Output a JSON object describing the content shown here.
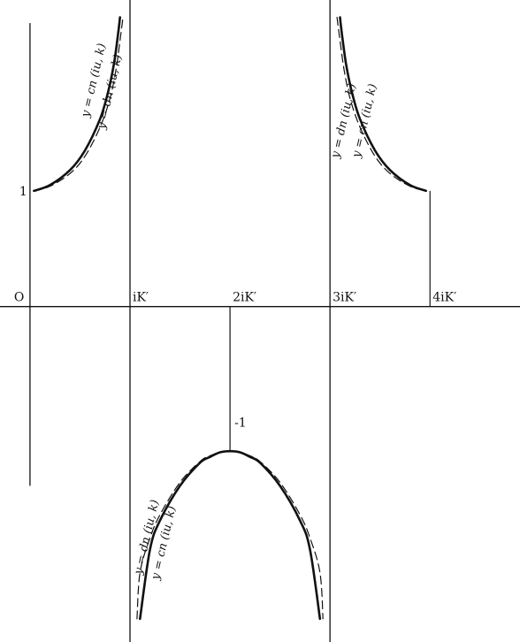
{
  "chart_data": {
    "type": "line",
    "title": "",
    "xlabel": "",
    "ylabel": "",
    "x_ticks": [
      {
        "value": 0,
        "label": "O"
      },
      {
        "value": 1,
        "label": "iK′"
      },
      {
        "value": 2,
        "label": "2iK′"
      },
      {
        "value": 3,
        "label": "3iK′"
      },
      {
        "value": 4,
        "label": "4iK′"
      }
    ],
    "y_ticks": [
      {
        "value": 1,
        "label": "1"
      },
      {
        "value": -1,
        "label": "-1"
      }
    ],
    "asymptotes_at_x": [
      1,
      3
    ],
    "xlim": [
      -0.3,
      4.9
    ],
    "ylim": [
      -2.9,
      2.65
    ],
    "grid": false,
    "series": [
      {
        "key": "cn",
        "name": "y = cn (iu, k)",
        "style": "solid",
        "color": "#111111",
        "x": [
          0.04,
          0.2,
          0.4,
          0.55,
          0.7,
          0.78,
          0.84,
          0.88,
          0.9,
          1.1,
          1.2,
          1.3,
          1.5,
          1.7,
          1.8,
          1.9,
          2.0,
          2.1,
          2.2,
          2.3,
          2.5,
          2.7,
          2.8,
          2.9,
          3.1,
          3.12,
          3.16,
          3.22,
          3.3,
          3.45,
          3.6,
          3.8,
          3.96
        ],
        "y": [
          1.0,
          1.05,
          1.18,
          1.35,
          1.62,
          1.85,
          2.1,
          2.35,
          2.5,
          -2.7,
          -2.1,
          -1.85,
          -1.55,
          -1.35,
          -1.3,
          -1.26,
          -1.25,
          -1.26,
          -1.3,
          -1.35,
          -1.55,
          -1.85,
          -2.1,
          -2.7,
          2.5,
          2.35,
          2.1,
          1.85,
          1.62,
          1.35,
          1.18,
          1.05,
          1.0
        ],
        "segments": [
          [
            0,
            8
          ],
          [
            9,
            23
          ],
          [
            24,
            32
          ]
        ]
      },
      {
        "key": "dn",
        "name": "y = dn (iu, k)",
        "style": "dashed",
        "color": "#111111",
        "x": [
          0.04,
          0.2,
          0.4,
          0.55,
          0.7,
          0.8,
          0.86,
          0.9,
          0.93,
          1.07,
          1.1,
          1.2,
          1.3,
          1.5,
          1.7,
          1.8,
          1.9,
          2.0,
          2.1,
          2.2,
          2.3,
          2.5,
          2.7,
          2.8,
          2.9,
          2.93,
          3.07,
          3.1,
          3.14,
          3.2,
          3.3,
          3.45,
          3.6,
          3.8,
          3.96
        ],
        "y": [
          1.0,
          1.04,
          1.15,
          1.3,
          1.55,
          1.8,
          2.05,
          2.3,
          2.5,
          -2.7,
          -2.3,
          -2.0,
          -1.8,
          -1.52,
          -1.34,
          -1.29,
          -1.26,
          -1.25,
          -1.26,
          -1.29,
          -1.34,
          -1.52,
          -1.8,
          -2.0,
          -2.3,
          -2.7,
          2.5,
          2.3,
          2.05,
          1.8,
          1.55,
          1.3,
          1.15,
          1.04,
          1.0
        ],
        "segments": [
          [
            0,
            8
          ],
          [
            9,
            25
          ],
          [
            26,
            34
          ]
        ]
      }
    ],
    "annotations": [
      {
        "text": "y = cn (iu, k)",
        "x": 0.67,
        "y": 1.95,
        "rotate": -77
      },
      {
        "text": "y = dn (iu, k)",
        "x": 0.83,
        "y": 1.85,
        "rotate": -77
      },
      {
        "text": "y = dn (iu, k)",
        "x": 3.17,
        "y": 1.6,
        "rotate": -77
      },
      {
        "text": "y = cn (iu, k)",
        "x": 3.38,
        "y": 1.6,
        "rotate": -77
      },
      {
        "text": "y = dn (iu, k)",
        "x": 1.2,
        "y": -2.0,
        "rotate": -77
      },
      {
        "text": "y = cn (iu, k)",
        "x": 1.37,
        "y": -2.05,
        "rotate": -77
      }
    ]
  }
}
